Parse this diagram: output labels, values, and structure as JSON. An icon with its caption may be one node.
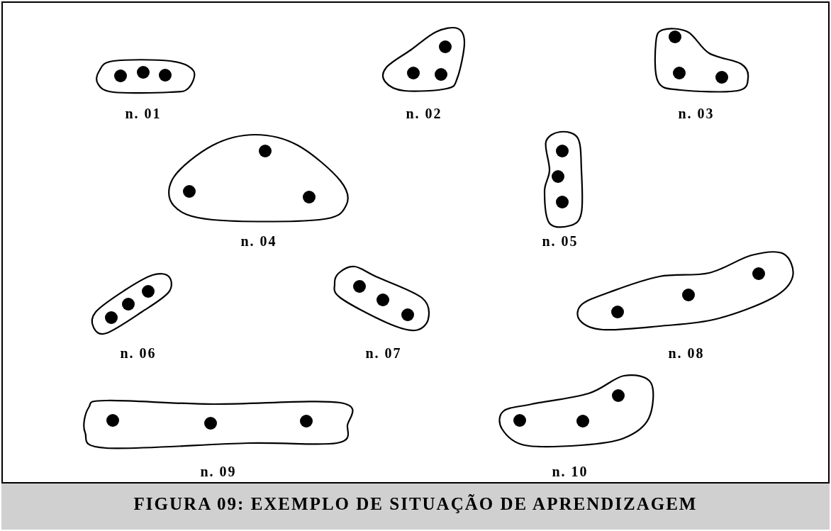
{
  "diagram": {
    "caption": "FIGURA 09: EXEMPLO DE SITUAÇÃO DE APRENDIZAGEM",
    "nodes": [
      {
        "text": [
          "n. 01"
        ]
      },
      {
        "text": [
          "n. 02"
        ]
      },
      {
        "text": [
          "n. 03"
        ]
      },
      {
        "text": [
          "n. 04"
        ]
      },
      {
        "text": [
          "n. 05"
        ]
      },
      {
        "text": [
          "n. 06"
        ]
      },
      {
        "text": [
          "n. 07"
        ]
      },
      {
        "text": [
          "n. 08"
        ]
      },
      {
        "text": [
          "n. 09"
        ]
      },
      {
        "text": [
          "n. 10"
        ]
      }
    ]
  }
}
